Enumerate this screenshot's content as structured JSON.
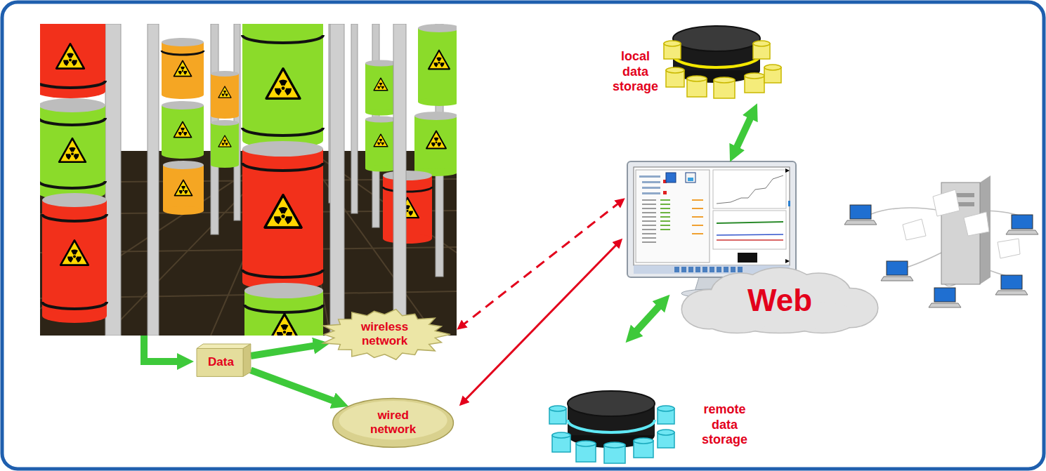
{
  "diagram": {
    "nodes": [
      {
        "text": [
          "local data storage"
        ]
      },
      {
        "text": [
          "Web"
        ]
      },
      {
        "text": [
          "wireless network"
        ]
      },
      {
        "text": [
          "Data"
        ]
      },
      {
        "text": [
          "wired network"
        ]
      },
      {
        "text": [
          "remote data storage"
        ]
      }
    ],
    "edges": [
      {
        "from": 3,
        "to": 2,
        "arrow": "to"
      },
      {
        "from": 3,
        "to": 4,
        "arrow": "to"
      }
    ]
  }
}
